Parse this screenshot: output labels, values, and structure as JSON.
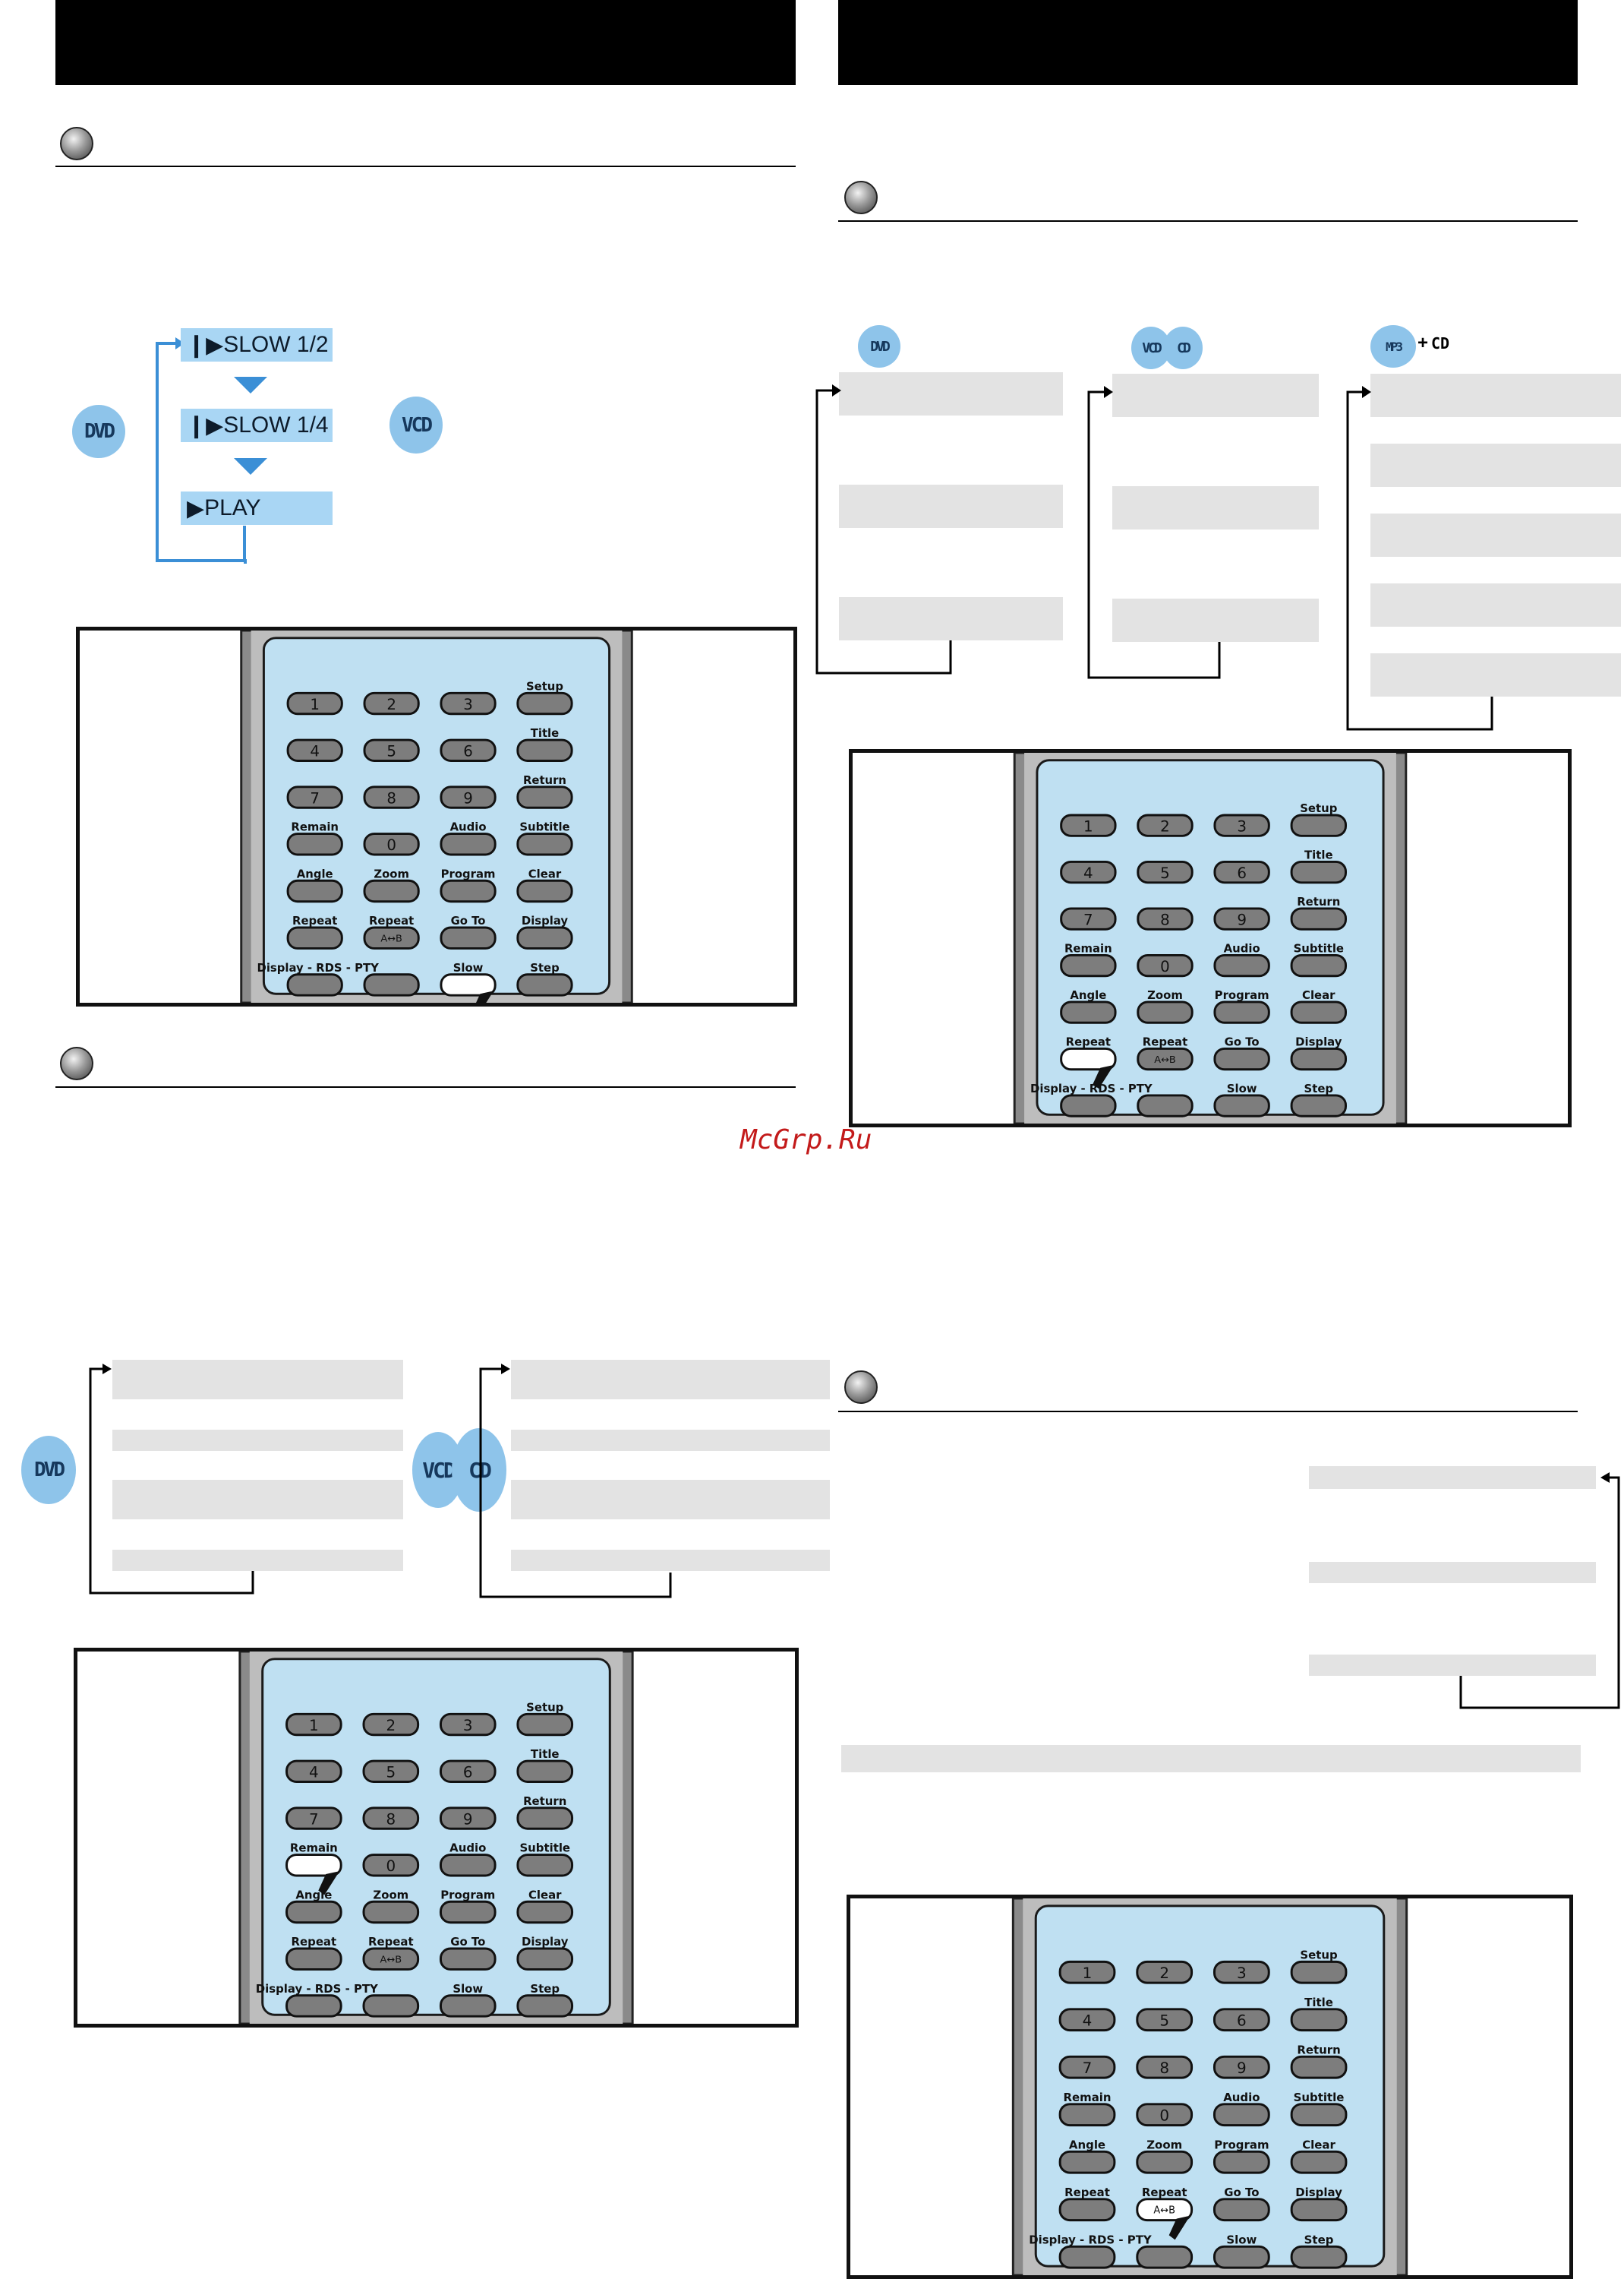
{
  "watermark": "McGrp.Ru",
  "flow_slow": {
    "items": [
      "SLOW 1/2",
      "SLOW 1/4",
      "PLAY"
    ],
    "dvd_badge": "DVD",
    "vcd_badge": "VCD"
  },
  "badges": {
    "dvd": "DVD",
    "vcd": "VCD",
    "cd": "CD",
    "mp3": "MP3",
    "plus": "+"
  },
  "remote": {
    "numbers": [
      "1",
      "2",
      "3",
      "4",
      "5",
      "6",
      "7",
      "8",
      "9",
      "0"
    ],
    "labels": {
      "setup": "Setup",
      "title": "Title",
      "return": "Return",
      "remain": "Remain",
      "audio": "Audio",
      "subtitle": "Subtitle",
      "angle": "Angle",
      "zoom": "Zoom",
      "program": "Program",
      "clear": "Clear",
      "repeat": "Repeat",
      "repeat_ab": "Repeat",
      "goto": "Go To",
      "display": "Display",
      "display_rds": "Display - RDS - PTY",
      "slow": "Slow",
      "step": "Step",
      "ab_inner": "A↔B"
    }
  },
  "colors": {
    "badge": "#8ec4ea",
    "flow_box": "#a9d6f4",
    "flow_arrow": "#3b8fd6",
    "remote_body": "#bfe0f2",
    "watermark": "#c31a1a"
  }
}
